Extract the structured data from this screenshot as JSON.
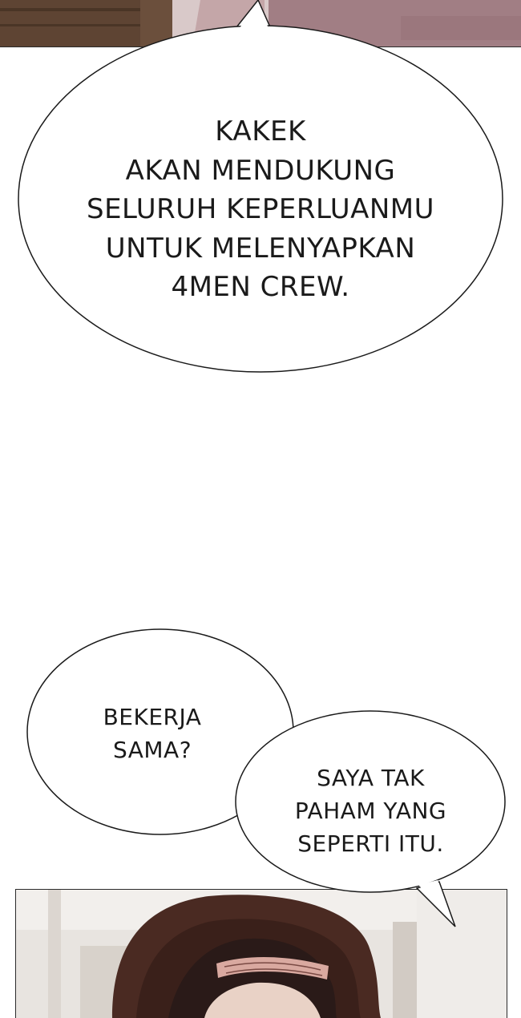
{
  "comic": {
    "bubbles": [
      {
        "id": "grandfather-offer",
        "lines": [
          "KAKEK",
          "AKAN MENDUKUNG",
          "SELURUH KEPERLUANMU",
          "UNTUK MELENYAPKAN",
          "4MEN CREW."
        ]
      },
      {
        "id": "work-together-question",
        "lines": [
          "BEKERJA",
          "SAMA?"
        ]
      },
      {
        "id": "dont-understand",
        "lines": [
          "SAYA TAK",
          "PAHAM YANG",
          "SEPERTI ITU."
        ]
      }
    ]
  },
  "colors": {
    "background": "#ffffff",
    "ink": "#1a1a1a",
    "wood": "#6b4f3c",
    "pink_wall": "#a17e84",
    "hood": "#4a2a22",
    "room_light": "#e8e4e0"
  }
}
